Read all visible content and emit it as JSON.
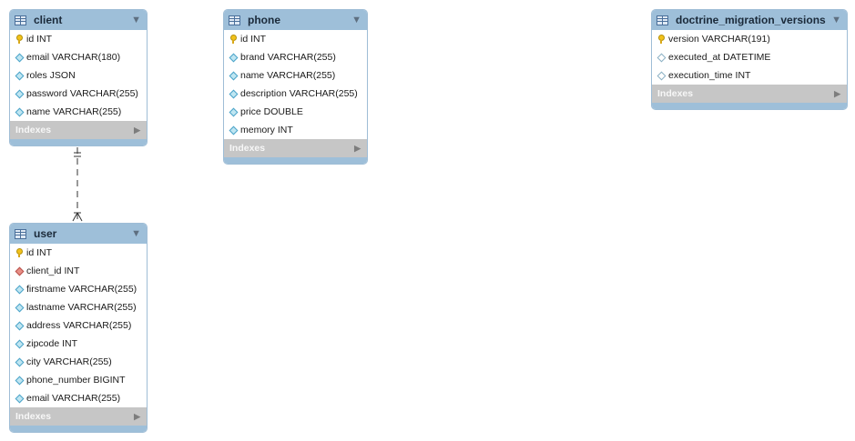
{
  "tables": {
    "client": {
      "name": "client",
      "columns": [
        "id INT",
        "email VARCHAR(180)",
        "roles JSON",
        "password VARCHAR(255)",
        "name VARCHAR(255)"
      ],
      "indexes_label": "Indexes"
    },
    "phone": {
      "name": "phone",
      "columns": [
        "id INT",
        "brand VARCHAR(255)",
        "name VARCHAR(255)",
        "description VARCHAR(255)",
        "price DOUBLE",
        "memory INT"
      ],
      "indexes_label": "Indexes"
    },
    "migration": {
      "name": "doctrine_migration_versions",
      "columns": [
        "version VARCHAR(191)",
        "executed_at DATETIME",
        "execution_time INT"
      ],
      "indexes_label": "Indexes"
    },
    "user": {
      "name": "user",
      "columns": [
        "id INT",
        "client_id INT",
        "firstname VARCHAR(255)",
        "lastname VARCHAR(255)",
        "address VARCHAR(255)",
        "zipcode INT",
        "city VARCHAR(255)",
        "phone_number BIGINT",
        "email VARCHAR(255)"
      ],
      "indexes_label": "Indexes"
    }
  },
  "relationship": {
    "from": "client",
    "to": "user",
    "cardinality": "one-to-many"
  },
  "icons": {
    "primary_key": "key-icon",
    "column": "column-diamond-icon",
    "foreign_key": "foreign-key-diamond-icon",
    "table": "table-icon",
    "collapse": "triangle-down-icon",
    "expand": "triangle-right-icon"
  },
  "colors": {
    "header": "#9ebfd9",
    "indexes_bar": "#c6c6c6",
    "pk": "#f2c21b",
    "fk": "#e88f86",
    "column": "#bfe6f2"
  }
}
